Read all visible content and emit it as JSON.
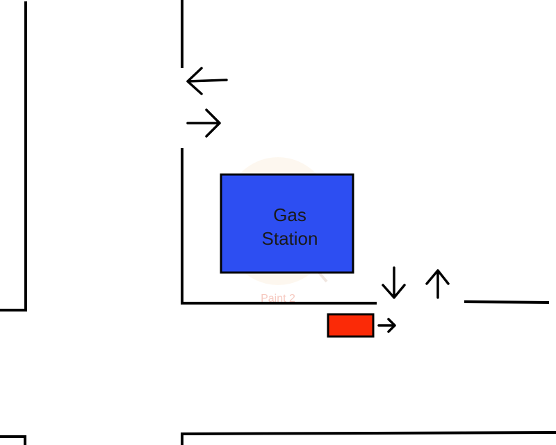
{
  "gas_station": {
    "label_line1": "Gas",
    "label_line2": "Station",
    "fill": "#2d4ef2"
  },
  "car": {
    "fill": "#fb2a07"
  },
  "watermark": {
    "text": "Paint 2"
  },
  "arrows": {
    "upper_left": "arrow-left-icon",
    "upper_right": "arrow-right-icon",
    "lower_down": "arrow-down-icon",
    "lower_up": "arrow-up-icon",
    "car_right": "arrow-right-icon"
  }
}
